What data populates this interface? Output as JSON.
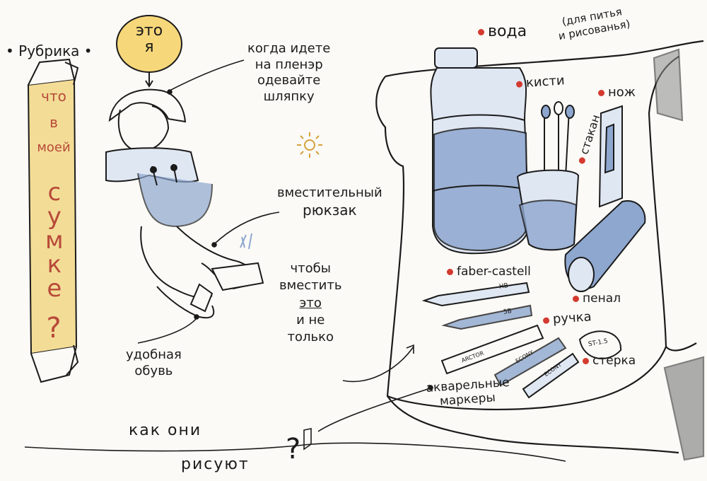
{
  "rubric": {
    "label": "Рубрика",
    "banner_lines": [
      "что",
      "в",
      "моей",
      "сумке",
      "?"
    ]
  },
  "bubble": {
    "line1": "это",
    "line2": "я"
  },
  "notes": {
    "hat": [
      "когда идете",
      "на пленэр",
      "одевайте",
      "шляпку"
    ],
    "backpack": [
      "вместительный",
      "рюкзак"
    ],
    "shoes": [
      "удобная",
      "обувь"
    ],
    "purpose": [
      "чтобы",
      "вместить",
      "это",
      "и не",
      "только"
    ],
    "bottom": [
      "как они",
      "рисуют",
      "?"
    ]
  },
  "items": {
    "water": "вода",
    "water_note": [
      "(для питья",
      "и рисованья)"
    ],
    "brushes": "кисти",
    "glass": "стакан",
    "knife": "нож",
    "pencils": "faber-castell",
    "case": "пенал",
    "pen": "ручка",
    "eraser": "стерка",
    "markers": [
      "акварельные",
      "маркеры"
    ]
  },
  "object_text": {
    "pencil1": "HB",
    "pencil2": "5B",
    "eraser_mark": "ST-1.5",
    "marker1": "ECONY",
    "marker2": "ECONY",
    "marker3": "ARCTOR"
  },
  "colors": {
    "ink": "#1b1b1b",
    "watercolor_blue": "#8ea7cf",
    "banner_yellow": "#f3dd96",
    "bubble_yellow": "#f6d77a",
    "red_accent": "#d43a2f",
    "banner_text": "#b84a3a"
  }
}
